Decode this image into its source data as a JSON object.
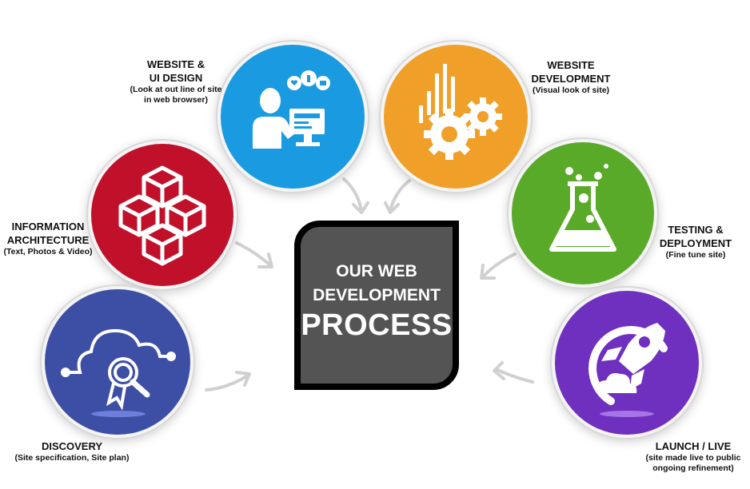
{
  "center": {
    "line1": "OUR WEB",
    "line2": "DEVELOPMENT",
    "line3": "PROCESS"
  },
  "steps": [
    {
      "title1": "WEBSITE &",
      "title2": "UI DESIGN",
      "sub1": "(Look at out line of site",
      "sub2": "in web browser)",
      "color": "#1a9ae0",
      "icon": "designer-at-computer-icon"
    },
    {
      "title1": "WEBSITE",
      "title2": "DEVELOPMENT",
      "sub1": "(Visual  look of site)",
      "color": "#f0a028",
      "icon": "gears-icon"
    },
    {
      "title1": "INFORMATION",
      "title2": "ARCHITECTURE",
      "sub1": "(Text, Photos & Video)",
      "color": "#c0102a",
      "icon": "stacked-cubes-icon"
    },
    {
      "title1": "TESTING &",
      "title2": "DEPLOYMENT",
      "sub1": "(Fine tune site)",
      "color": "#5aaa2a",
      "icon": "lab-flask-icon"
    },
    {
      "title1": "DISCOVERY",
      "sub1": "(Site specification, Site plan)",
      "color": "#3d4fa5",
      "icon": "cloud-search-icon"
    },
    {
      "title1": "LAUNCH / LIVE",
      "sub1": "(site made live to public",
      "sub2": "ongoing refinement)",
      "color": "#6f2fbf",
      "icon": "rocket-launch-icon"
    }
  ]
}
